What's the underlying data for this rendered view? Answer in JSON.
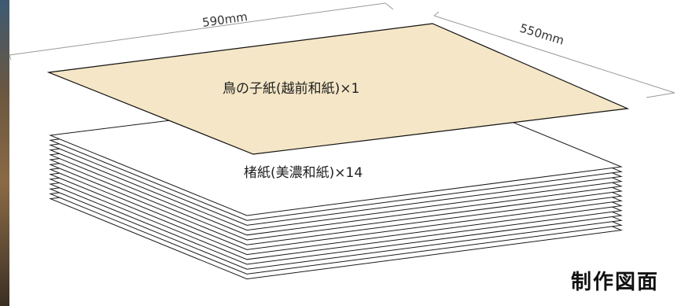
{
  "dimensions": {
    "width_label": "590mm",
    "depth_label": "550mm"
  },
  "top_sheet": {
    "label": "鳥の子紙(越前和紙)×1",
    "fill_color": "#f4e6c6"
  },
  "stack": {
    "label": "楮紙(美濃和紙)×14",
    "sheet_count": 14
  },
  "caption": "制作図面"
}
